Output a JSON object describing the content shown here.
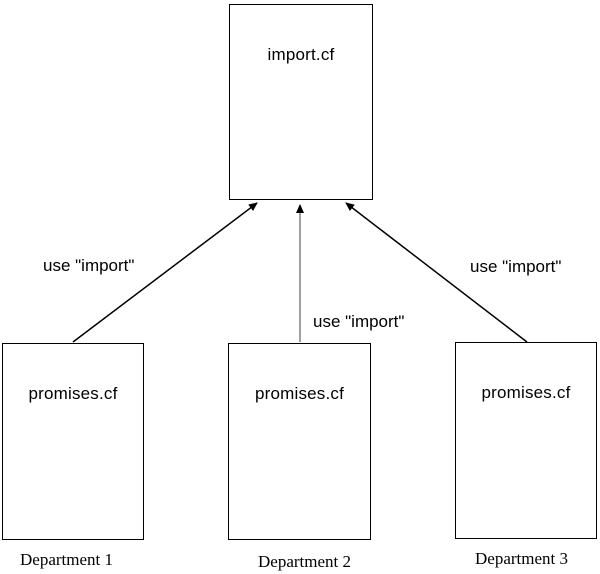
{
  "diagram": {
    "background_color": "#ffffff",
    "line_color": "#000000",
    "center_arrow_color": "#808080",
    "text_color": "#000000",
    "nodes": [
      {
        "id": "import-cf",
        "label": "import.cf"
      },
      {
        "id": "promises-cf-dept1",
        "label": "promises.cf",
        "caption": "Department 1"
      },
      {
        "id": "promises-cf-dept2",
        "label": "promises.cf",
        "caption": "Department 2"
      },
      {
        "id": "promises-cf-dept3",
        "label": "promises.cf",
        "caption": "Department 3"
      }
    ],
    "edges": [
      {
        "from": "promises-cf-dept1",
        "to": "import-cf",
        "label": "use \"import\""
      },
      {
        "from": "promises-cf-dept2",
        "to": "import-cf",
        "label": "use \"import\""
      },
      {
        "from": "promises-cf-dept3",
        "to": "import-cf",
        "label": "use \"import\""
      }
    ]
  }
}
